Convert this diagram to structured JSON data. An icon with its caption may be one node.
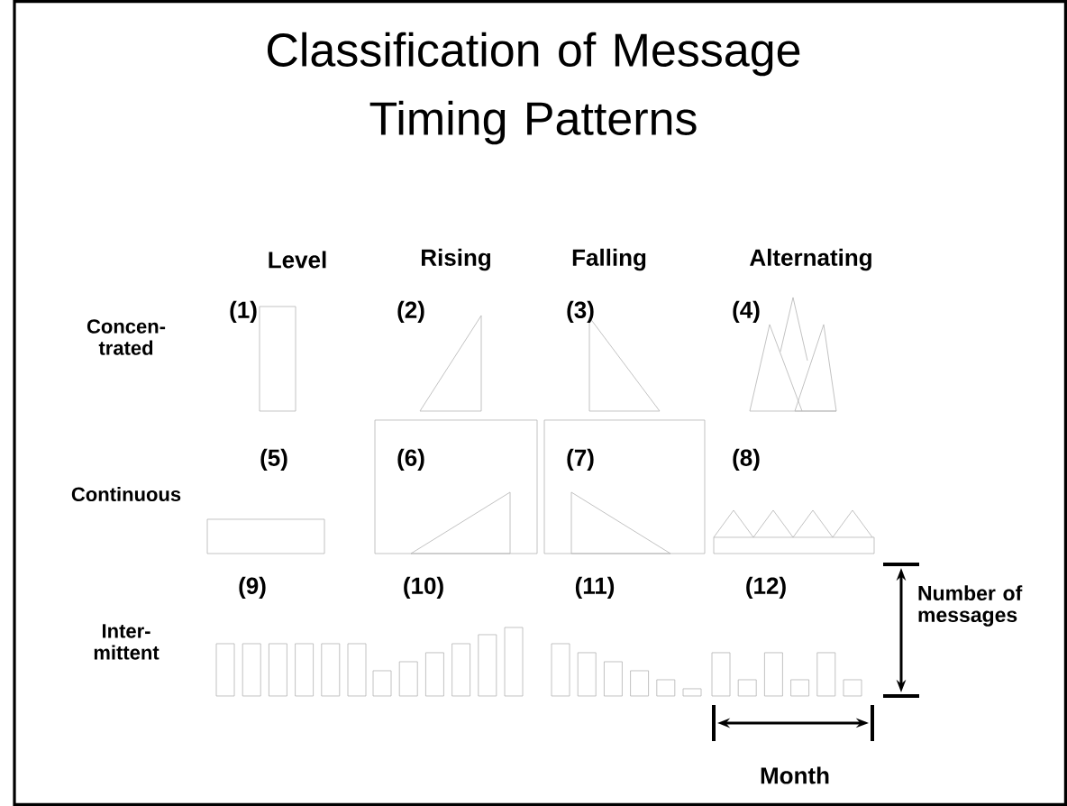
{
  "diagram": {
    "title": "Classification of Message Timing Patterns",
    "nodes": [
      {
        "text": [
          "(6)"
        ]
      },
      {
        "text": [
          "(7)"
        ]
      }
    ],
    "edges": [],
    "labels": [
      "Level",
      "Rising",
      "Falling",
      "Alternating",
      "(1)",
      "(2)",
      "(3)",
      "(4)",
      "Concen- trated",
      "(5)",
      "(8)",
      "Continuous",
      "(9)",
      "(10)",
      "(11)",
      "(12)",
      "Number of messages",
      "Inter- mittent",
      "Month"
    ]
  }
}
